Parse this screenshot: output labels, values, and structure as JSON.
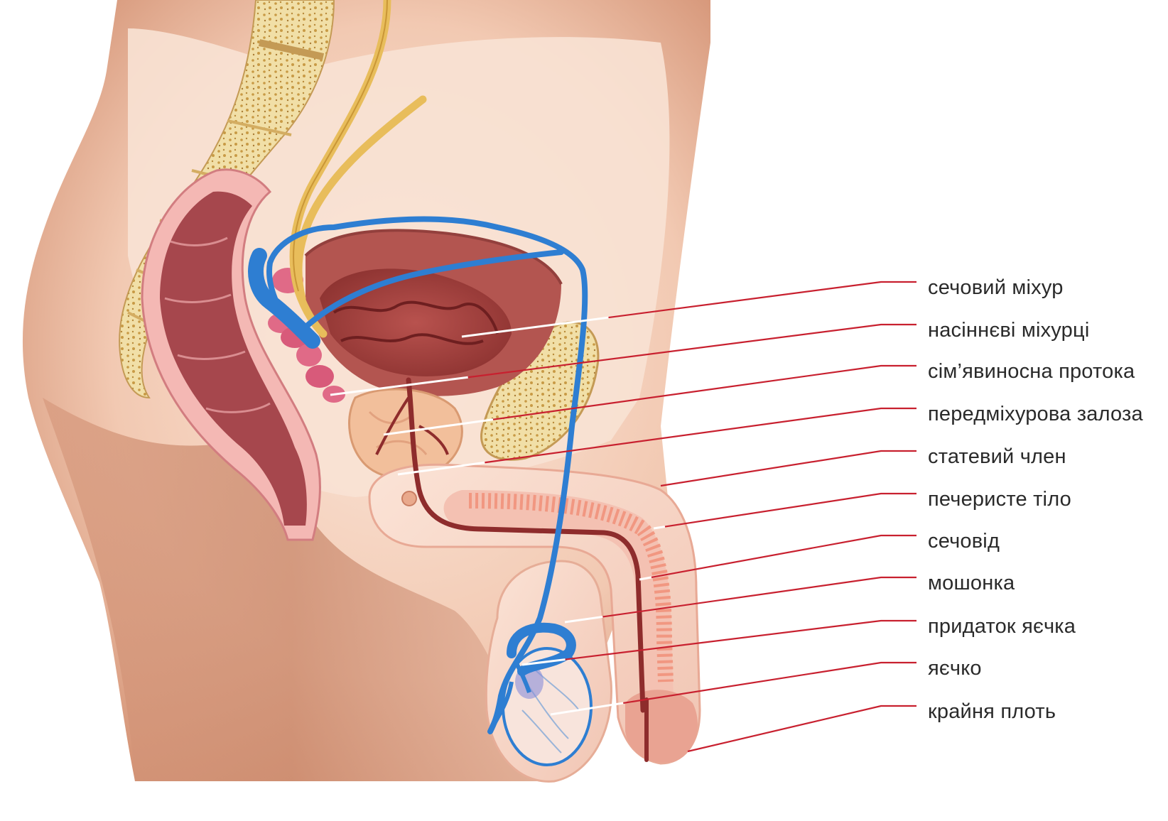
{
  "colors": {
    "leader": "#c8202f",
    "skin": "#f6dccd",
    "skin_dark": "#d7906f",
    "bone": "#f1dfa7",
    "bone_spot": "#c89a45",
    "rectum": "#b9565c",
    "rectum_dark": "#8d3a42",
    "bladder": "#a5423f",
    "duct_blue": "#2e7ed2",
    "nerve_yellow": "#e8bd5b",
    "vesicle_pink": "#e06a87",
    "prostate": "#eeb38f",
    "penis_pink": "#f0bfae",
    "urethra": "#8e2c2c"
  },
  "labels": [
    {
      "id": "bladder",
      "text": "сечовий міхур"
    },
    {
      "id": "seminal-vesicles",
      "text": "насіннєві міхурці"
    },
    {
      "id": "vas-deferens",
      "text": "сім’явиносна протока"
    },
    {
      "id": "prostate",
      "text": "передміхурова залоза"
    },
    {
      "id": "penis",
      "text": "статевий член"
    },
    {
      "id": "corpus-cavernosum",
      "text": "печеристе тіло"
    },
    {
      "id": "urethra",
      "text": "сечовід"
    },
    {
      "id": "scrotum",
      "text": "мошонка"
    },
    {
      "id": "epididymis",
      "text": "придаток яєчка"
    },
    {
      "id": "testis",
      "text": "яєчко"
    },
    {
      "id": "foreskin",
      "text": "крайня плоть"
    }
  ]
}
